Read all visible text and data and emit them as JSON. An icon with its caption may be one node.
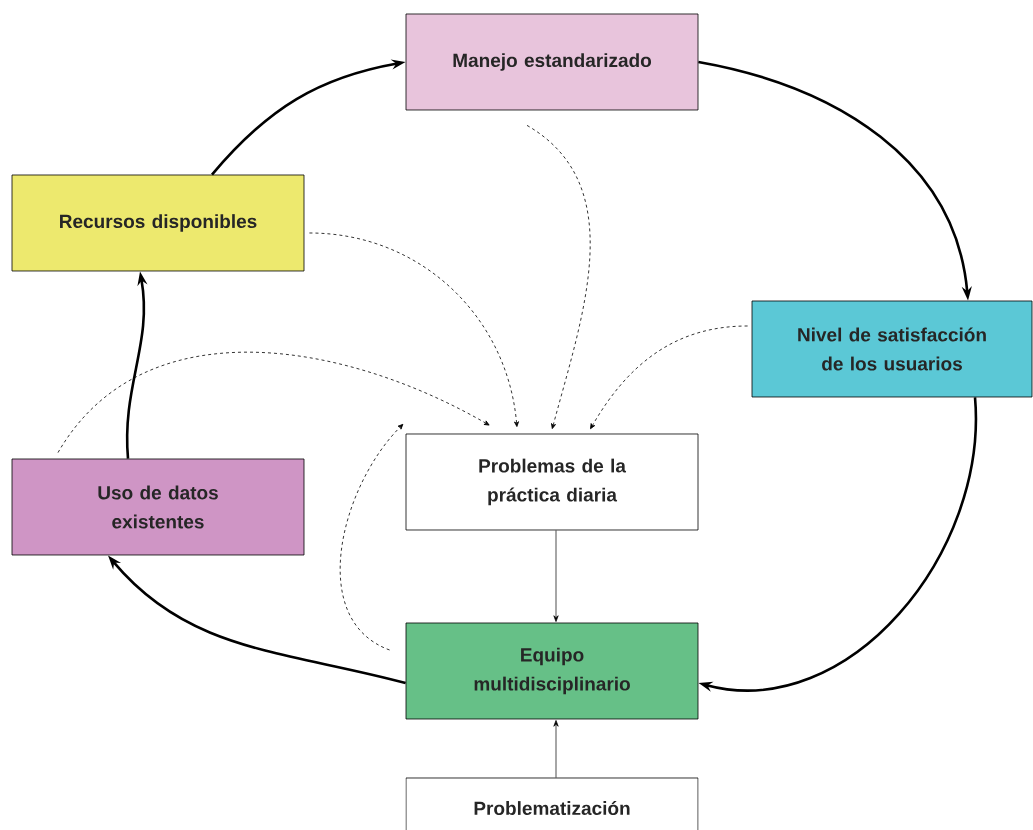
{
  "diagram": {
    "nodes": [
      {
        "text": [
          "Manejo estandarizado"
        ]
      },
      {
        "text": [
          "Recursos disponibles"
        ]
      },
      {
        "text": [
          "Nivel de satisfacción de los usuarios"
        ]
      },
      {
        "text": [
          "Problemas de la práctica diaria"
        ]
      },
      {
        "text": [
          "Uso de datos existentes"
        ]
      },
      {
        "text": [
          "Equipo multidisciplinario"
        ]
      },
      {
        "text": [
          "Problematización"
        ]
      }
    ],
    "edges": [
      {
        "from": 1,
        "to": 0,
        "arrow": "to",
        "style": "thick"
      },
      {
        "from": 0,
        "to": 2,
        "arrow": "to",
        "style": "thick"
      },
      {
        "from": 2,
        "to": 5,
        "arrow": "to",
        "style": "thick"
      },
      {
        "from": 5,
        "to": 4,
        "arrow": "to",
        "style": "thick"
      },
      {
        "from": 4,
        "to": 1,
        "arrow": "to",
        "style": "thick"
      },
      {
        "from": 0,
        "to": 3,
        "arrow": "to",
        "style": "dashed"
      },
      {
        "from": 1,
        "to": 3,
        "arrow": "to",
        "style": "dashed"
      },
      {
        "from": 2,
        "to": 3,
        "arrow": "to",
        "style": "dashed"
      },
      {
        "from": 4,
        "to": 3,
        "arrow": "to",
        "style": "dashed"
      },
      {
        "from": 5,
        "to": 3,
        "arrow": "to",
        "style": "dashed"
      },
      {
        "from": 3,
        "to": 5,
        "arrow": "to"
      },
      {
        "from": 6,
        "to": 5,
        "arrow": "to"
      }
    ]
  }
}
